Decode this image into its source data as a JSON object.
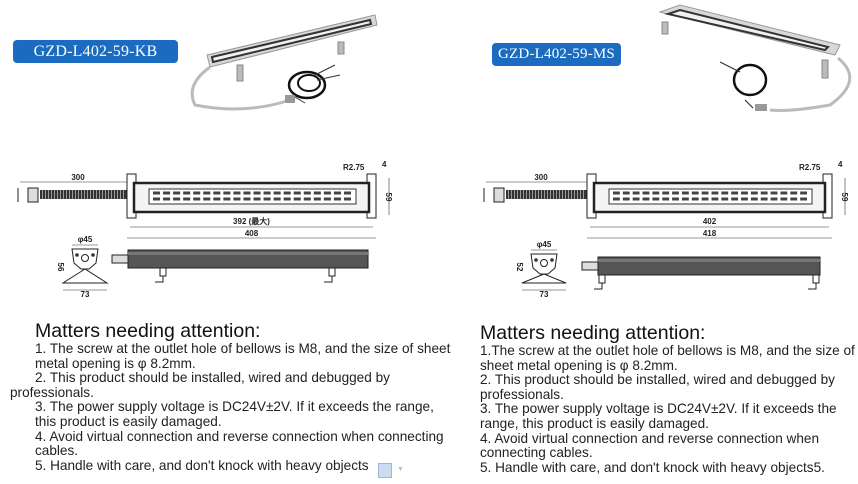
{
  "left": {
    "model_label": "GZD-L402-59-KB",
    "dims": {
      "bellows": "300",
      "radius": "R2.75",
      "thick": "4",
      "height": "59",
      "inner": "392 (最大)",
      "outer": "408",
      "dia": "φ45",
      "bracket_h": "56",
      "base": "73"
    },
    "notes": {
      "title": "Matters needing attention:",
      "items": [
        "1. The screw at the outlet hole of bellows is M8, and the size of sheet metal opening is φ 8.2mm.",
        " 2. This product should be installed, wired and debugged by",
        "professionals.",
        "3. The power supply voltage is DC24V±2V. If it exceeds the range, this product is easily damaged.",
        "4. Avoid virtual connection and reverse connection when connecting cables.",
        "5. Handle with care, and don't knock with heavy objects"
      ]
    }
  },
  "right": {
    "model_label": "GZD-L402-59-MS",
    "dims": {
      "bellows": "300",
      "radius": "R2.75",
      "thick": "4",
      "height": "59",
      "inner": "402",
      "outer": "418",
      "dia": "φ45",
      "bracket_h": "52",
      "base": "73"
    },
    "notes": {
      "title": "Matters needing attention:",
      "items": [
        "1.The screw at the outlet hole of bellows is M8, and the size of sheet metal opening is φ 8.2mm.",
        "2. This product should be installed, wired and debugged by professionals.",
        "3. The power supply voltage is DC24V±2V. If it exceeds the range, this product is easily damaged.",
        "4. Avoid virtual connection and reverse connection when connecting cables.",
        "5. Handle with care, and don't knock with heavy objects5."
      ]
    }
  },
  "colors": {
    "label_bg": "#1b6cc0"
  }
}
